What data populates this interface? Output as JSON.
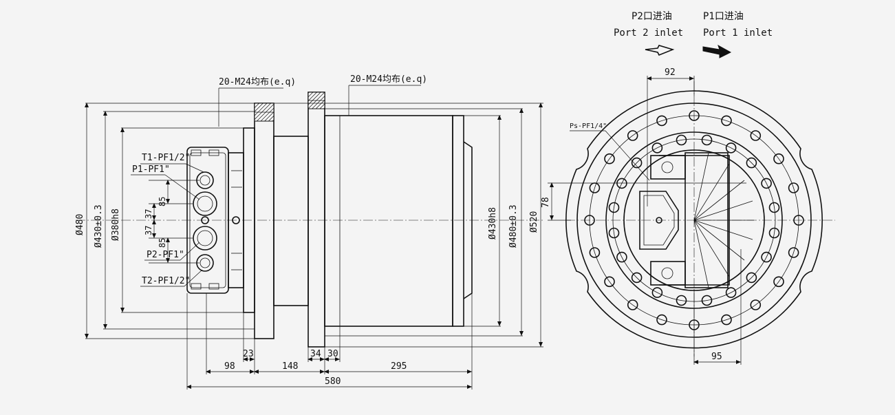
{
  "side_view": {
    "bolt_note_left": "20-M24均布(e.q)",
    "bolt_note_right": "20-M24均布(e.q)",
    "port_labels": {
      "t1": "T1-PF1/2\"",
      "p1": "P1-PF1\"",
      "p2": "P2-PF1\"",
      "t2": "T2-PF1/2\""
    },
    "left_dims": {
      "d480": "Ø480",
      "d430": "Ø430±0.3",
      "d380": "Ø380h8"
    },
    "right_dims": {
      "d430": "Ø430h8",
      "d480": "Ø480±0.3",
      "d520": "Ø520"
    },
    "port_spacing": {
      "upper": "85",
      "mid_upper": "37",
      "mid_lower": "37",
      "lower": "85"
    },
    "bottom_dims": {
      "d98": "98",
      "d23": "23",
      "d148": "148",
      "d34": "34",
      "d30": "30",
      "d295": "295",
      "d580": "580"
    }
  },
  "end_view": {
    "p2_cn": "P2口进油",
    "p2_en": "Port 2 inlet",
    "p1_cn": "P1口进油",
    "p1_en": "Port 1 inlet",
    "ps_label": "Ps-PF1/4\"",
    "dim_92": "92",
    "dim_78": "78",
    "dim_95": "95"
  }
}
